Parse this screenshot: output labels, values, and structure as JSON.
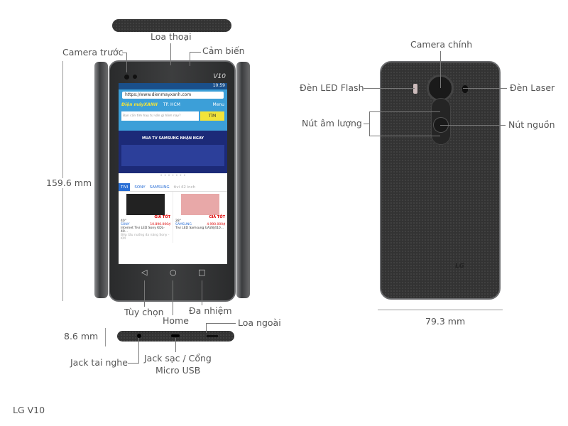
{
  "labels": {
    "front_speaker": "Loa thoại",
    "front_camera": "Camera trước",
    "sensor": "Cảm biến",
    "height": "159.6 mm",
    "options": "Tùy chọn",
    "home": "Home",
    "multitask": "Đa nhiệm",
    "loudspeaker": "Loa ngoài",
    "thickness": "8.6 mm",
    "headphone_jack": "Jack tai nghe",
    "charging_port_1": "Jack sạc / Cổng",
    "charging_port_2": "Micro USB",
    "main_camera": "Camera chính",
    "led_flash": "Đèn LED Flash",
    "laser": "Đèn Laser",
    "volume": "Nút âm lượng",
    "power": "Nút nguồn",
    "width": "79.3 mm"
  },
  "caption": "LG V10",
  "phone": {
    "front_model": "V10",
    "back_logo": "LG"
  },
  "screen": {
    "time": "10:59",
    "url": "https://www.dienmayxanh.com",
    "logo": "Điện máyXANH",
    "location": "TP. HCM",
    "menu": "Menu",
    "search_placeholder": "Bạn cần tìm hay tư vấn gì hôm nay?",
    "search_button": "TÌM",
    "banner": "MUA TV SAMSUNG NHẬN NGAY",
    "tabs": [
      "TIVI",
      "SONY",
      "SAMSUNG",
      "tivi 42 inch"
    ],
    "products": [
      {
        "size": "40\"",
        "brand": "SONY",
        "price": "10.890.000₫",
        "badge": "GIÁ TỐT",
        "name": "Internet Tivi LED Sony KDL-40...",
        "note": "Bếp tấu nướng đa năng Sony - KM"
      },
      {
        "size": "28\"",
        "brand": "SAMSUNG",
        "price": "4.990.000₫",
        "badge": "GIÁ TỐT",
        "name": "Tivi LED Samsung UA28J410..."
      }
    ]
  },
  "colors": {
    "accent": "#2a6fd6",
    "brand_yellow": "#f2e33a",
    "label": "#555555"
  }
}
